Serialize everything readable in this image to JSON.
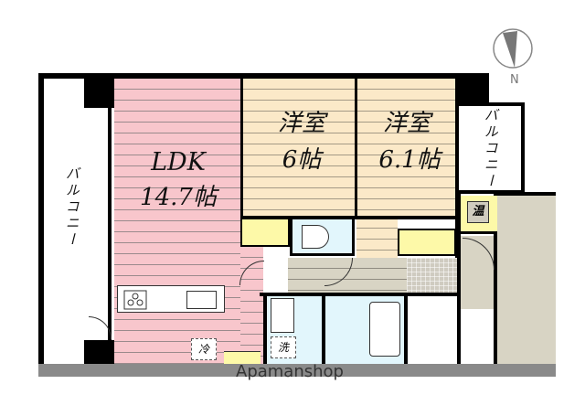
{
  "compass": {
    "label": "N"
  },
  "rooms": {
    "ldk": {
      "name": "LDK",
      "size": "14.7帖"
    },
    "western1": {
      "name": "洋室",
      "size": "6帖"
    },
    "western2": {
      "name": "洋室",
      "size": "6.1帖"
    },
    "balcony_left": {
      "name": "バルコニー"
    },
    "balcony_right": {
      "name": "バルコニー"
    }
  },
  "fixtures": {
    "water_heater": "温",
    "fridge": "冷",
    "washer": "洗"
  },
  "watermark": "Apamanshop",
  "colors": {
    "ldk": "#f8c6cc",
    "western": "#fbe9c8",
    "wet": "#e2f6fc",
    "storage": "#fdf9a8",
    "floor_gray": "#d8d4c4"
  }
}
